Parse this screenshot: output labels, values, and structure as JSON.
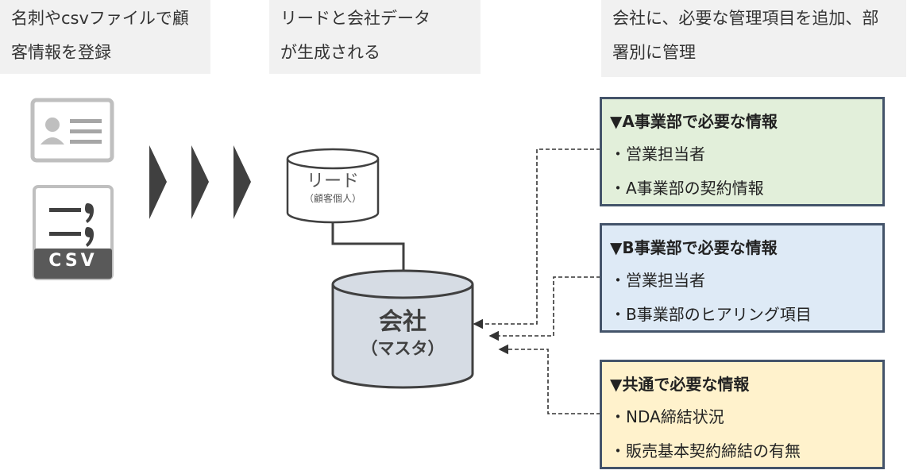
{
  "steps": [
    {
      "line1": "名刺やcsvファイルで顧",
      "line2": "客情報を登録"
    },
    {
      "line1": "リードと会社データ",
      "line2": "が生成される"
    },
    {
      "line1": "会社に、必要な管理項目を追加、部",
      "line2": "署別に管理"
    }
  ],
  "csv_label": "CSV",
  "lead_db": {
    "title": "リード",
    "sub": "（顧客個人）"
  },
  "company_db": {
    "title": "会社",
    "sub": "（マスタ）"
  },
  "groups": [
    {
      "title": "▼A事業部で必要な情報",
      "items": [
        "・営業担当者",
        "・A事業部の契約情報"
      ],
      "bg": "#e2efda"
    },
    {
      "title": "▼B事業部で必要な情報",
      "items": [
        "・営業担当者",
        "・B事業部のヒアリング項目"
      ],
      "bg": "#deeaf6"
    },
    {
      "title": "▼共通で必要な情報",
      "items": [
        "・NDA締結状況",
        "・販売基本契約締結の有無"
      ],
      "bg": "#fff2cc"
    }
  ],
  "colors": {
    "border": "#44546a",
    "db_fill": "#d6dce4",
    "arrow": "#404040"
  }
}
